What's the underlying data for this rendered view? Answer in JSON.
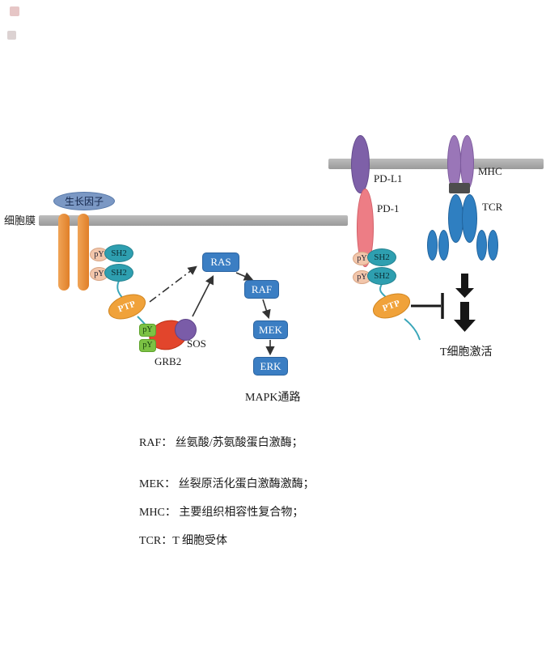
{
  "diagram": {
    "membrane_label": "细胞膜",
    "growth_factor": "生长因子",
    "left_receptor": {
      "py": "pY",
      "sh2": "SH2",
      "ptp": "PTP"
    },
    "grb2_complex": {
      "py": "pY",
      "grb2": "GRB2",
      "sos": "SOS"
    },
    "mapk": {
      "ras": "RAS",
      "raf": "RAF",
      "mek": "MEK",
      "erk": "ERK",
      "pathway_label": "MAPK通路"
    },
    "right": {
      "pdl1": "PD-L1",
      "pd1": "PD-1",
      "mhc": "MHC",
      "tcr": "TCR",
      "py": "pY",
      "sh2": "SH2",
      "ptp": "PTP",
      "t_cell_activation": "T细胞激活"
    }
  },
  "legend": {
    "lines": [
      "RAF： 丝氨酸/苏氨酸蛋白激酶；",
      "MEK： 丝裂原活化蛋白激酶激酶；",
      "MHC： 主要组织相容性复合物；",
      "TCR：T 细胞受体"
    ]
  },
  "colors": {
    "membrane_gray": "#a8a8a8",
    "receptor_orange": "#e78f3c",
    "sh2_teal": "#2e9fb0",
    "ptp_orange": "#f0a23a",
    "py_peach": "#f2c6ab",
    "py_green": "#7cc244",
    "grb2_red": "#e2452c",
    "sos_purple": "#7a5ca8",
    "kinase_blue": "#3b7ec3",
    "pdl1_purple": "#7e60a8",
    "pd1_pink": "#ed7d85",
    "mhc_purple": "#9a76b8",
    "tcr_blue": "#2f7fc1",
    "growth_factor_blue": "#7b98c4"
  }
}
